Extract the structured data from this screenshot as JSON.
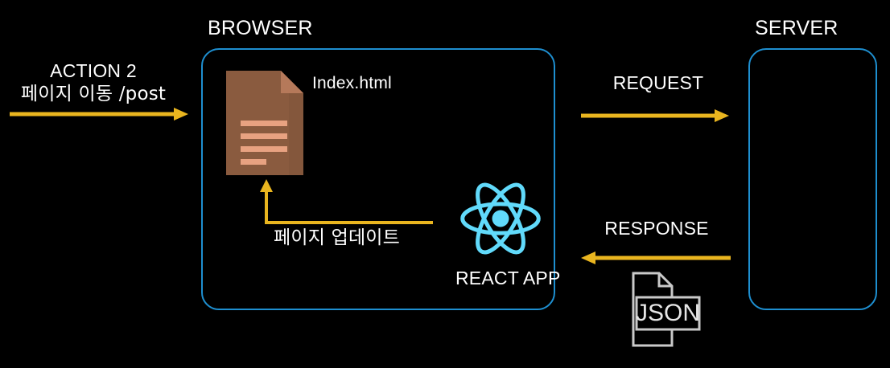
{
  "diagram": {
    "background_color": "#000000",
    "accent_box_color": "#1e8fd0",
    "arrow_color": "#e9b51f",
    "text_color": "#ffffff",
    "react_color": "#61dafb",
    "doc_body_color": "#8a5b3f",
    "doc_fold_color": "#b5795a",
    "doc_line_color": "#e8a281",
    "json_stroke_color": "#c9c9c9"
  },
  "browser": {
    "title": "BROWSER",
    "document": {
      "filename": "Index.html",
      "icon_name": "html-document-icon"
    },
    "react": {
      "label": "REACT APP",
      "icon_name": "react-atom-logo"
    },
    "update_arrow": {
      "label": "페이지 업데이트"
    }
  },
  "server": {
    "title": "SERVER",
    "payload": {
      "label": "JSON",
      "icon_name": "json-file-icon"
    }
  },
  "arrows": {
    "action": {
      "line1": "ACTION 2",
      "line2": "페이지 이동 /post",
      "direction": "right"
    },
    "request": {
      "label": "REQUEST",
      "direction": "right"
    },
    "response": {
      "label": "RESPONSE",
      "direction": "left"
    }
  }
}
